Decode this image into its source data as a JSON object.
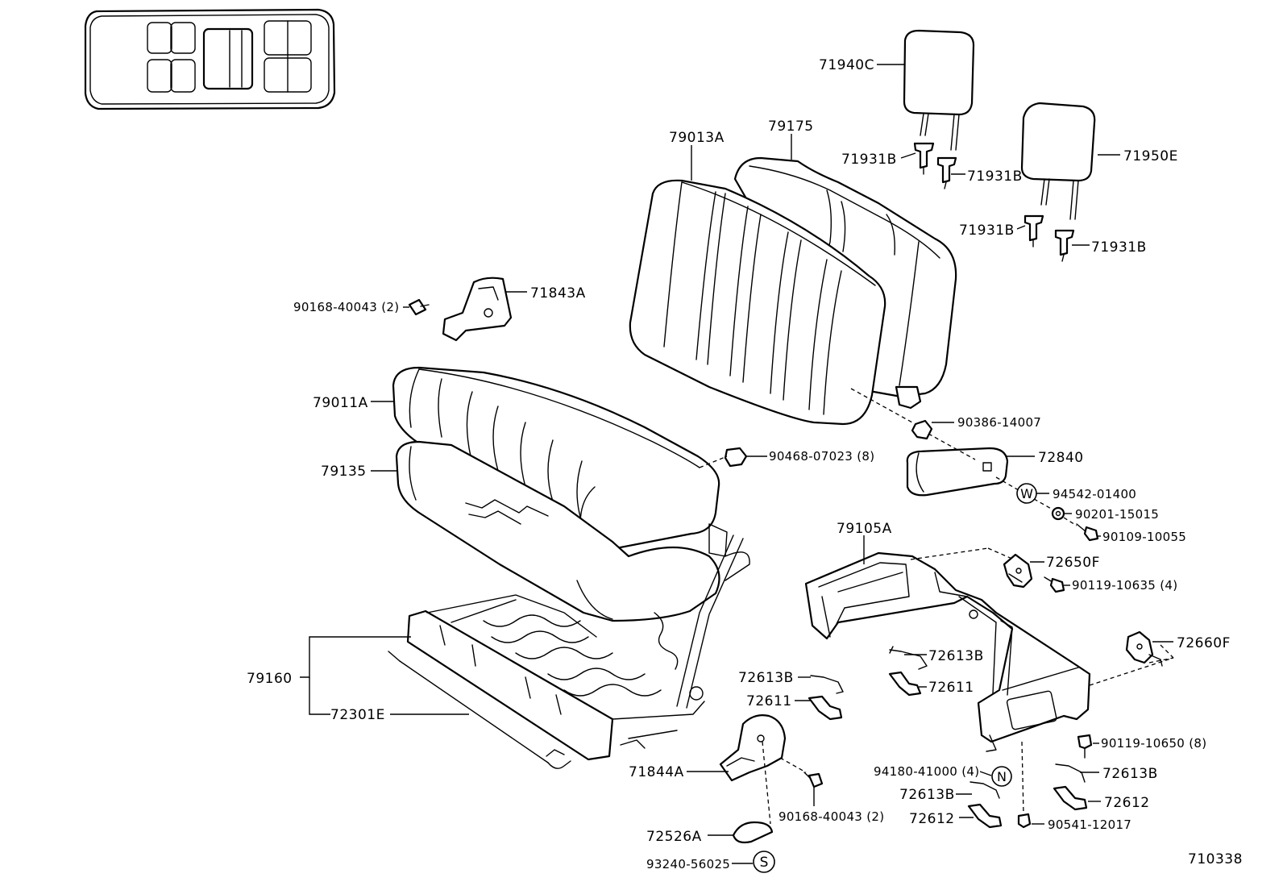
{
  "figure_code": "710338",
  "labels": {
    "p71940C": "71940C",
    "p71931B_1": "71931B",
    "p71931B_2": "71931B",
    "p71931B_3": "71931B",
    "p71931B_4": "71931B",
    "p71950E": "71950E",
    "p79013A": "79013A",
    "p79175": "79175",
    "p90168_top": "90168-40043 (2)",
    "p71843A": "71843A",
    "p79011A": "79011A",
    "p79135": "79135",
    "p90468": "90468-07023 (8)",
    "p90386": "90386-14007",
    "p72840": "72840",
    "p94542": "94542-01400",
    "p90201": "90201-15015",
    "p90109": "90109-10055",
    "p79105A": "79105A",
    "p72650F": "72650F",
    "p90119_10635": "90119-10635 (4)",
    "p72660F": "72660F",
    "p79160": "79160",
    "p72301E": "72301E",
    "p72613B_1": "72613B",
    "p72613B_2": "72613B",
    "p72611_1": "72611",
    "p72611_2": "72611",
    "p90119_10650": "90119-10650 (8)",
    "p94180": "94180-41000 (4)",
    "p72613B_3": "72613B",
    "p72613B_4": "72613B",
    "p72612_1": "72612",
    "p72612_2": "72612",
    "p71844A": "71844A",
    "p90168_bot": "90168-40043 (2)",
    "p90541": "90541-12017",
    "p72526A": "72526A",
    "p93240": "93240-56025"
  },
  "symbols": {
    "w_washer": "W",
    "n_nut": "N",
    "s_screw": "S"
  }
}
